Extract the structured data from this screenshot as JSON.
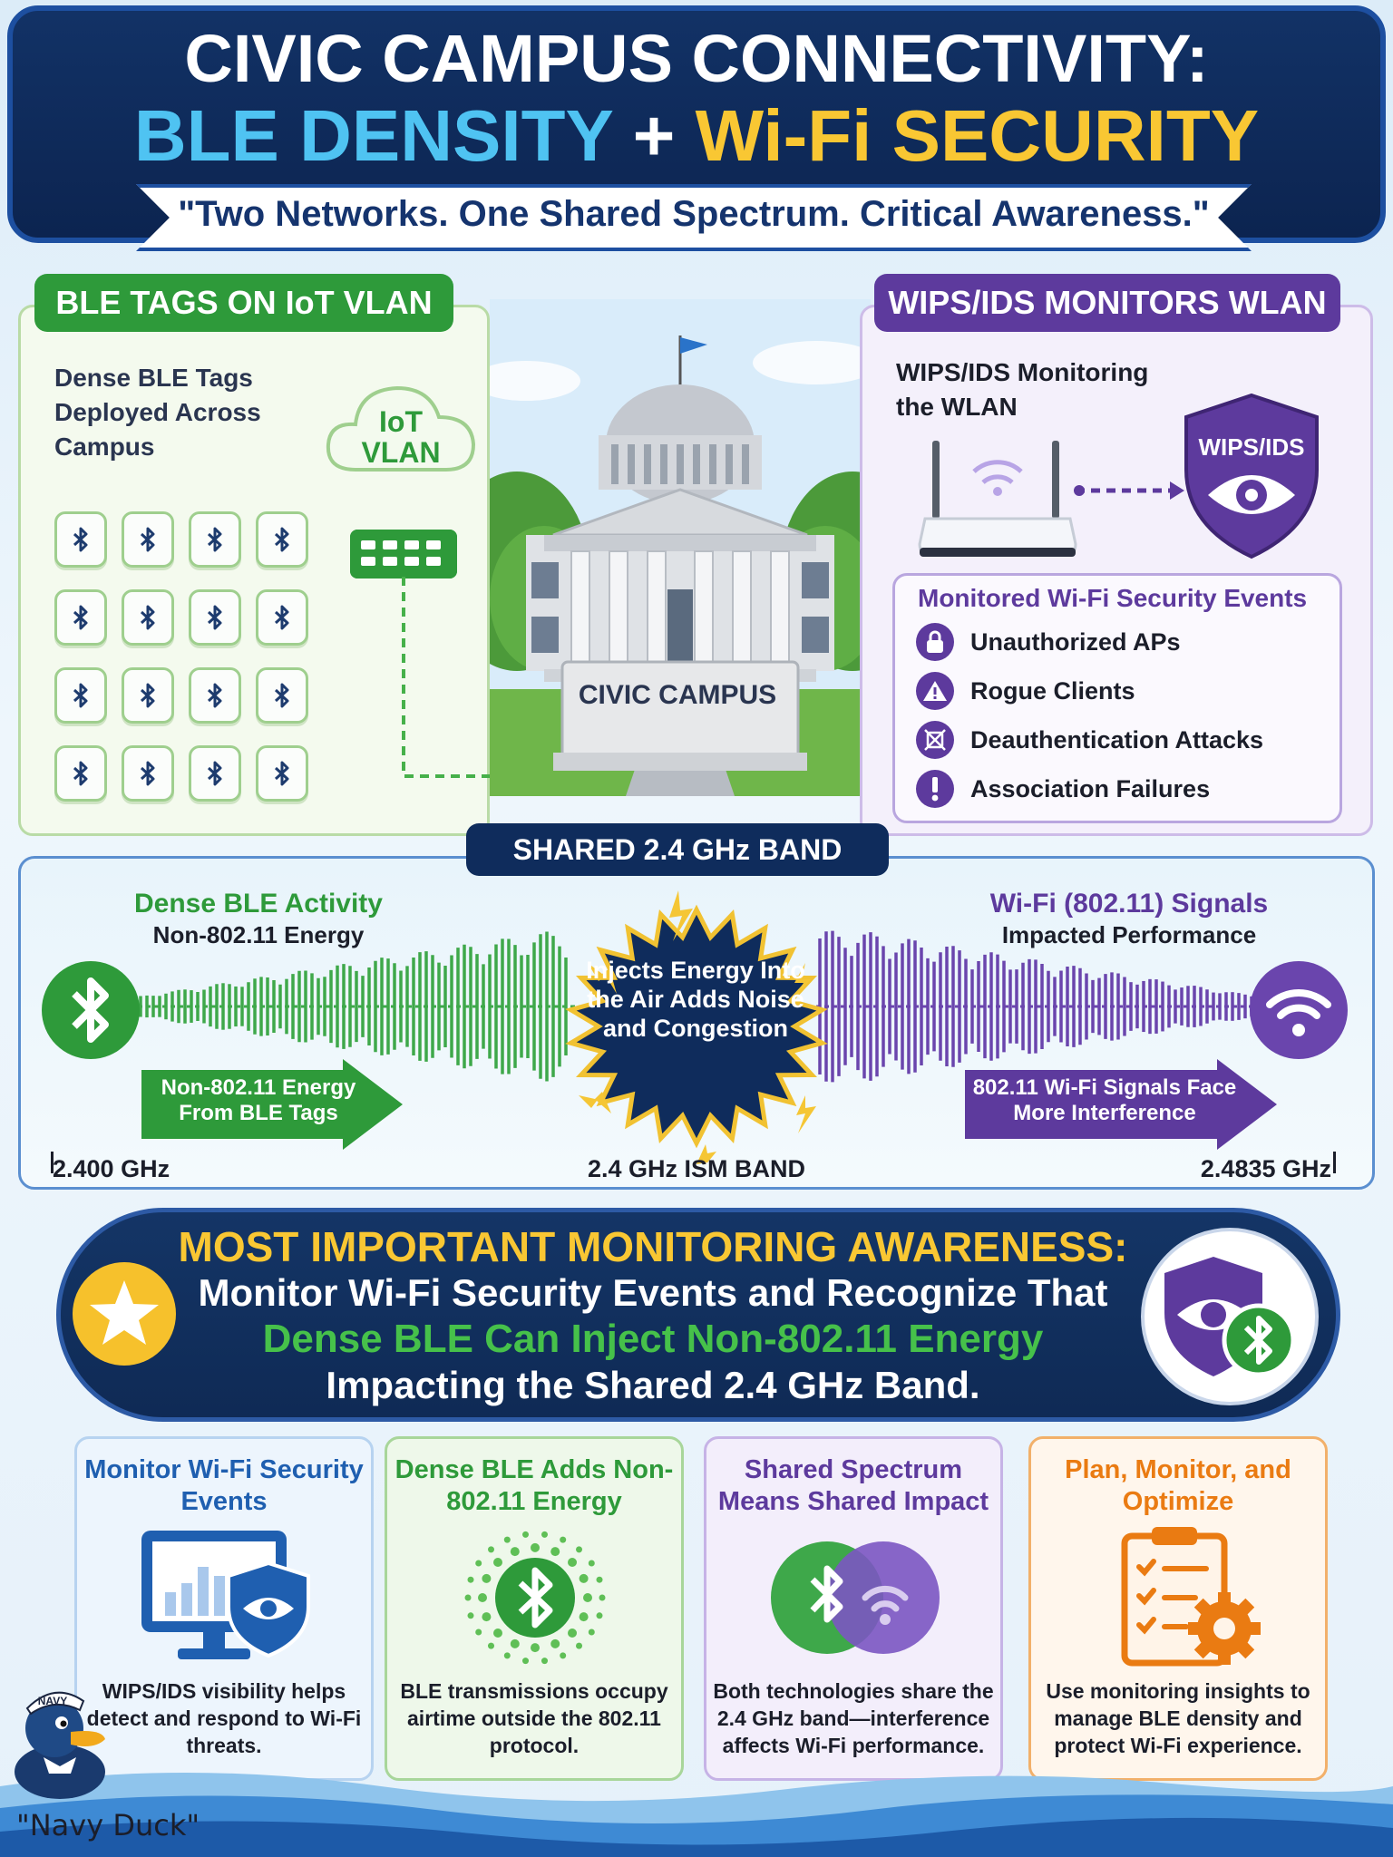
{
  "header": {
    "title_line1": "CIVIC CAMPUS CONNECTIVITY:",
    "title_part_ble": "BLE DENSITY",
    "title_part_plus": "+",
    "title_part_wifi": "Wi-Fi SECURITY AWARENESS",
    "tagline": "\"Two Networks. One Shared Spectrum. Critical Awareness.\""
  },
  "ble_panel": {
    "label": "BLE TAGS ON IoT VLAN",
    "description": "Dense BLE Tags Deployed Across Campus",
    "tag_count": 16,
    "iot_label_line1": "IoT",
    "iot_label_line2": "VLAN"
  },
  "campus": {
    "sign": "CIVIC CAMPUS"
  },
  "wips_panel": {
    "label": "WIPS/IDS MONITORS WLAN",
    "description": "WIPS/IDS Monitoring the WLAN",
    "shield_label": "WIPS/IDS",
    "events_title": "Monitored Wi-Fi Security Events",
    "events": [
      {
        "label": "Unauthorized APs",
        "icon": "lock-icon"
      },
      {
        "label": "Rogue Clients",
        "icon": "warning-icon"
      },
      {
        "label": "Deauthentication Attacks",
        "icon": "blocked-device-icon"
      },
      {
        "label": "Association Failures",
        "icon": "exclamation-icon"
      }
    ]
  },
  "spectrum": {
    "band_label": "SHARED 2.4 GHz BAND",
    "ble_title": "Dense BLE Activity",
    "ble_sub": "Non-802.11 Energy",
    "wifi_title": "Wi-Fi (802.11) Signals",
    "wifi_sub": "Impacted Performance",
    "burst_text": "Injects Energy Into the Air Adds Noise and Congestion",
    "left_arrow": "Non-802.11 Energy From BLE Tags",
    "right_arrow": "802.11 Wi-Fi Signals Face More Interference",
    "freq_left": "2.400 GHz",
    "freq_mid": "2.4 GHz ISM BAND",
    "freq_right": "2.4835 GHz"
  },
  "awareness": {
    "title": "MOST IMPORTANT MONITORING AWARENESS:",
    "line1": "Monitor Wi-Fi Security Events and Recognize That",
    "line2": "Dense BLE Can Inject Non-802.11 Energy",
    "line3": "Impacting the Shared 2.4 GHz Band."
  },
  "cards": [
    {
      "title": "Monitor Wi-Fi Security Events",
      "body": "WIPS/IDS visibility helps detect and respond to Wi-Fi threats.",
      "color": "#1f5fb0"
    },
    {
      "title": "Dense BLE Adds Non-802.11 Energy",
      "body": "BLE transmissions occupy airtime outside the 802.11 protocol.",
      "color": "#2e9a3a"
    },
    {
      "title": "Shared Spectrum Means Shared Impact",
      "body": "Both technologies share the 2.4 GHz band—interference affects Wi-Fi performance.",
      "color": "#5d3a9d"
    },
    {
      "title": "Plan, Monitor, and Optimize",
      "body": "Use monitoring insights to manage BLE density and protect Wi-Fi experience.",
      "color": "#ea7b12"
    }
  ],
  "footer": {
    "mascot_name": "\"Navy Duck\"",
    "mascot_hat": "NAVY"
  },
  "colors": {
    "navy": "#0f2c5c",
    "ble_green": "#2e9a3a",
    "wifi_purple": "#5d3a9d",
    "highlight_yellow": "#f9c733",
    "accent_orange": "#ea7b12"
  }
}
